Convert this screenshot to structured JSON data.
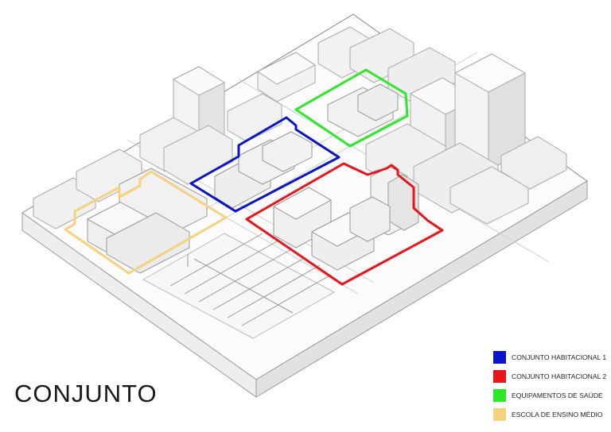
{
  "title": "CONJUNTO",
  "legend": [
    {
      "label": "CONJUNTO HABITACIONAL 1",
      "color": "#0a14c8"
    },
    {
      "label": "CONJUNTO HABITACIONAL 2",
      "color": "#e8151b"
    },
    {
      "label": "EQUIPAMENTOS DE SAÚDE",
      "color": "#2ee82a"
    },
    {
      "label": "ESCOLA DE ENSINO MÉDIO",
      "color": "#f6d27f"
    }
  ]
}
